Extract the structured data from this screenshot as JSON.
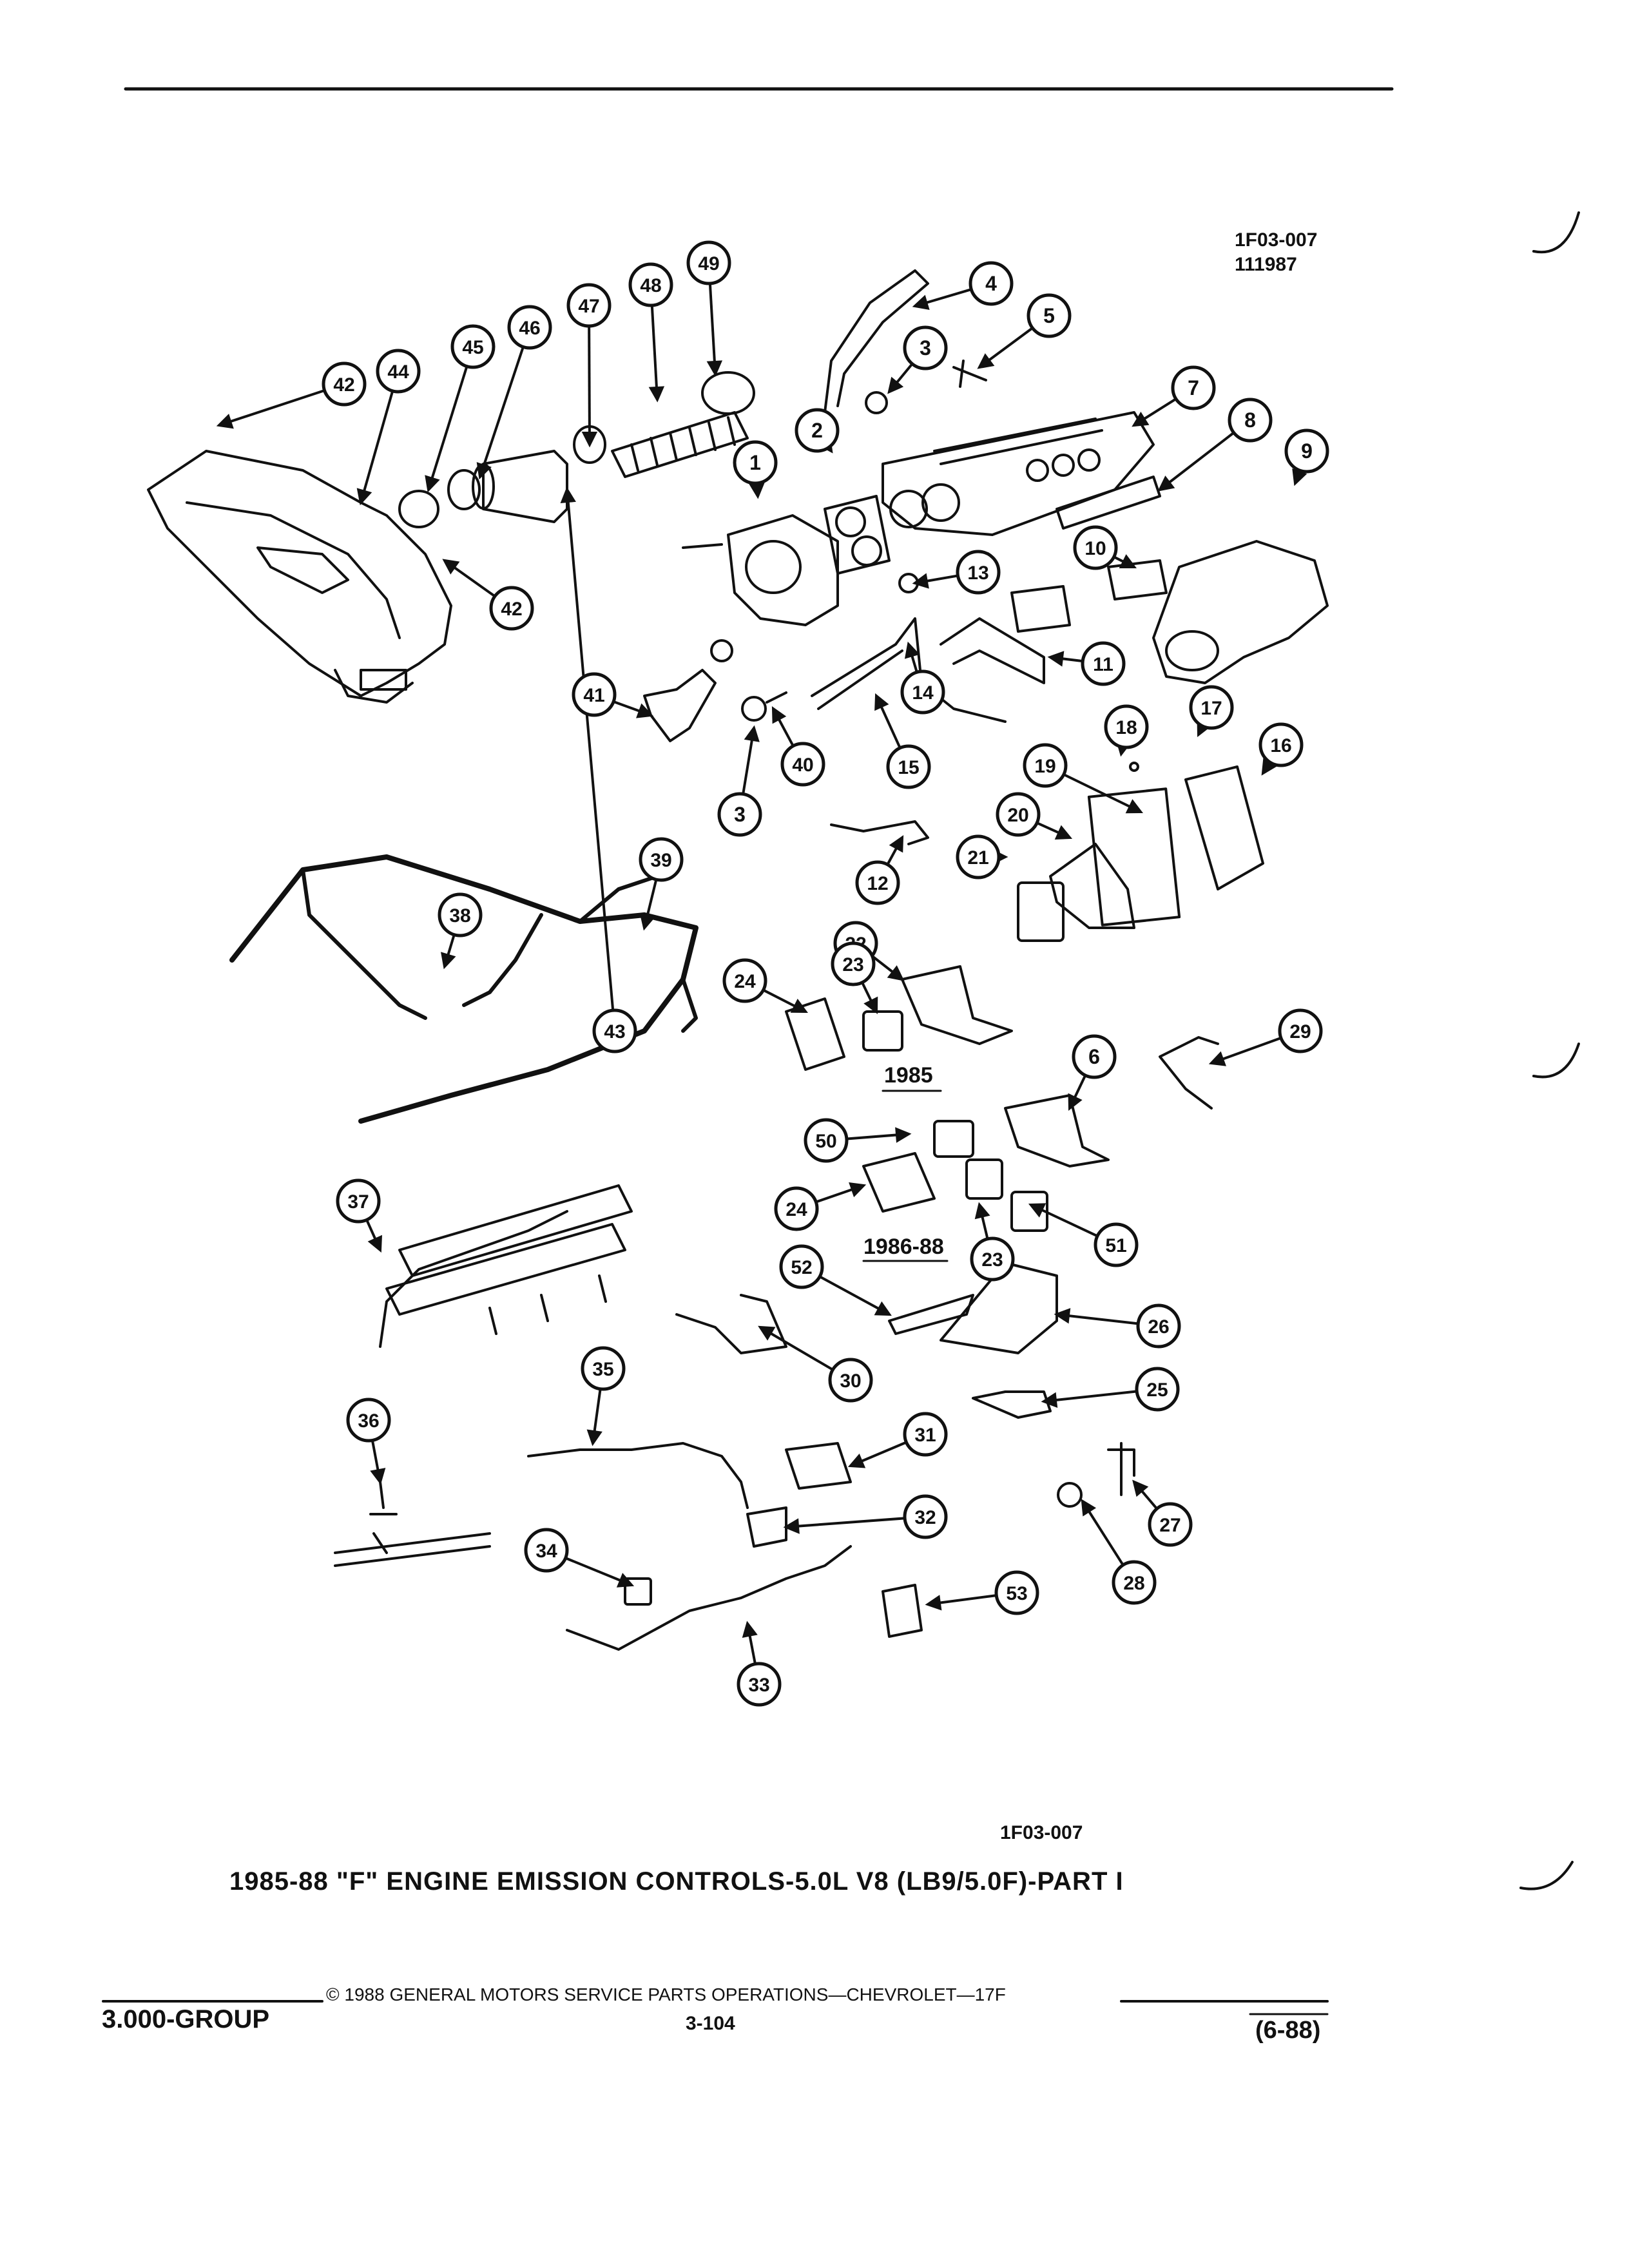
{
  "figure": {
    "code_top": "1F03-007",
    "date_code": "111987",
    "code_bottom": "1F03-007",
    "title": "1985-88 \"F\" ENGINE EMISSION CONTROLS-5.0L V8 (LB9/5.0F)-PART I",
    "year_labels": {
      "early": "1985",
      "late": "1986-88"
    }
  },
  "callouts": [
    {
      "n": "1"
    },
    {
      "n": "2"
    },
    {
      "n": "3"
    },
    {
      "n": "3"
    },
    {
      "n": "4"
    },
    {
      "n": "5"
    },
    {
      "n": "6"
    },
    {
      "n": "7"
    },
    {
      "n": "8"
    },
    {
      "n": "9"
    },
    {
      "n": "10"
    },
    {
      "n": "11"
    },
    {
      "n": "12"
    },
    {
      "n": "13"
    },
    {
      "n": "14"
    },
    {
      "n": "15"
    },
    {
      "n": "16"
    },
    {
      "n": "17"
    },
    {
      "n": "18"
    },
    {
      "n": "19"
    },
    {
      "n": "20"
    },
    {
      "n": "21"
    },
    {
      "n": "22"
    },
    {
      "n": "23"
    },
    {
      "n": "23"
    },
    {
      "n": "24"
    },
    {
      "n": "24"
    },
    {
      "n": "25"
    },
    {
      "n": "26"
    },
    {
      "n": "27"
    },
    {
      "n": "28"
    },
    {
      "n": "29"
    },
    {
      "n": "30"
    },
    {
      "n": "31"
    },
    {
      "n": "32"
    },
    {
      "n": "33"
    },
    {
      "n": "34"
    },
    {
      "n": "35"
    },
    {
      "n": "36"
    },
    {
      "n": "37"
    },
    {
      "n": "38"
    },
    {
      "n": "39"
    },
    {
      "n": "40"
    },
    {
      "n": "41"
    },
    {
      "n": "42"
    },
    {
      "n": "42"
    },
    {
      "n": "43"
    },
    {
      "n": "44"
    },
    {
      "n": "45"
    },
    {
      "n": "46"
    },
    {
      "n": "47"
    },
    {
      "n": "48"
    },
    {
      "n": "49"
    },
    {
      "n": "50"
    },
    {
      "n": "51"
    },
    {
      "n": "52"
    },
    {
      "n": "53"
    }
  ],
  "footer": {
    "section": "3.000-GROUP",
    "copyright": "© 1988 GENERAL MOTORS SERVICE PARTS OPERATIONS—CHEVROLET—17F",
    "page": "3-104",
    "date": "(6-88)"
  }
}
